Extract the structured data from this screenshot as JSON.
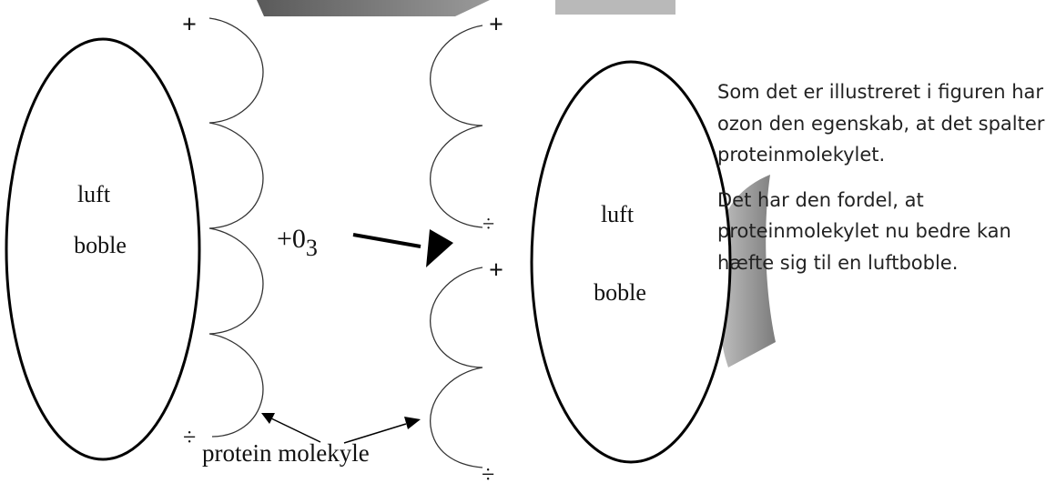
{
  "diagram": {
    "left_bubble": {
      "line1": "luft",
      "line2": "boble"
    },
    "right_bubble": {
      "line1": "luft",
      "line2": "boble"
    },
    "charges": {
      "left_top": "+",
      "left_bottom": "÷",
      "right_upper_top": "+",
      "right_upper_bottom": "÷",
      "right_lower_top": "+",
      "right_lower_bottom": "÷"
    },
    "reagent": {
      "plus": "+",
      "base": "0",
      "subscript": "3"
    },
    "protein_label": "protein molekyle"
  },
  "text": {
    "paragraph1": "Som det er illustreret i figuren har ozon den egenskab, at det spalter proteinmolekylet.",
    "paragraph2": "Det har den fordel, at proteinmolekylet nu bedre kan hæfte sig til en luftboble."
  },
  "colors": {
    "decor_dark": "#6f6f6f",
    "decor_light": "#b9b9b9",
    "decor_arc": "#9a9a9a"
  }
}
